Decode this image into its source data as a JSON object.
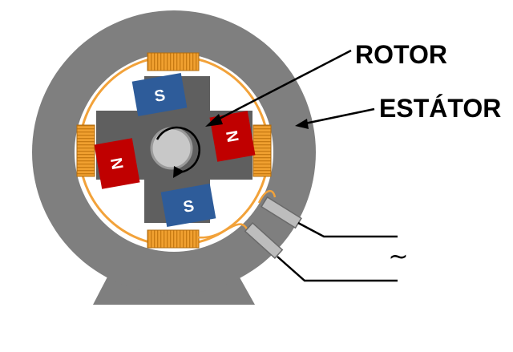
{
  "labels": {
    "rotor": "ROTOR",
    "stator": "ESTÁTOR",
    "ac_symbol": "~"
  },
  "poles": {
    "top": "S",
    "bottom": "S",
    "left": "N",
    "right": "N"
  },
  "colors": {
    "housing": "#7f7f7f",
    "rotor_core": "#5f5f5f",
    "shaft": "#c8c8c8",
    "north_pole": "#c00000",
    "south_pole": "#2e5c9a",
    "winding": "#f0a030",
    "wire": "#f2a23a"
  }
}
